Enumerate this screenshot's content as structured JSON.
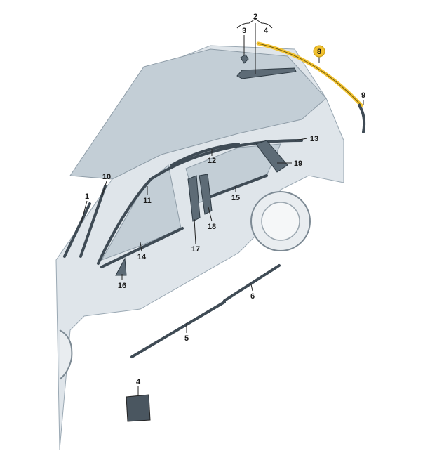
{
  "diagram": {
    "highlight_color": "#f2c230",
    "highlighted_part": "8",
    "callouts": {
      "c1": "1",
      "c2": "2",
      "c3": "3",
      "c4a": "4",
      "c4b": "4",
      "c5": "5",
      "c6": "6",
      "c8": "8",
      "c9": "9",
      "c10": "10",
      "c11": "11",
      "c12": "12",
      "c13": "13",
      "c14": "14",
      "c15": "15",
      "c16": "16",
      "c17": "17",
      "c18": "18",
      "c19": "19"
    }
  }
}
